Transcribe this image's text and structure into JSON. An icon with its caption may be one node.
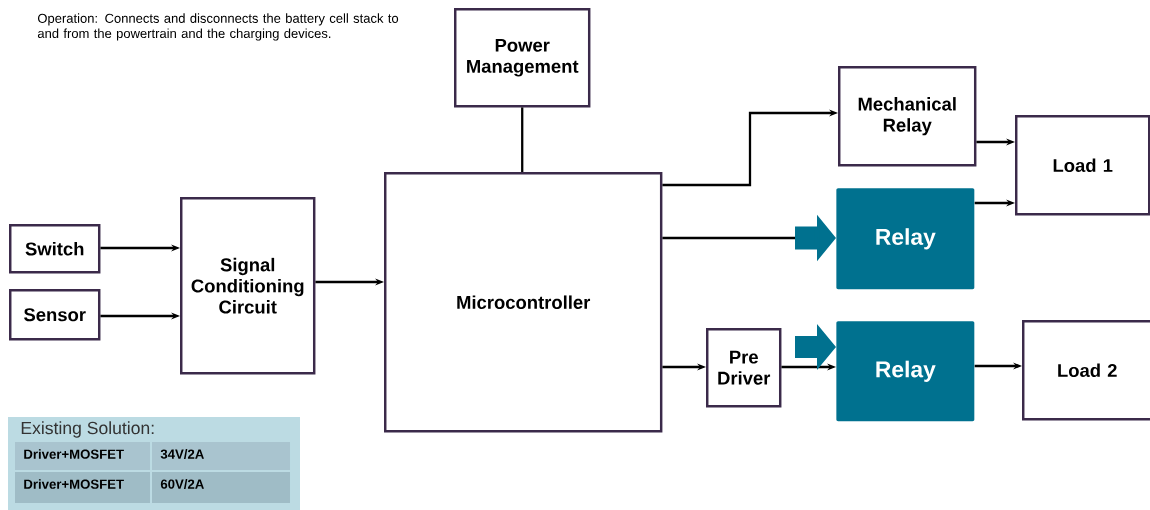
{
  "diagram": {
    "nodes": [
      {
        "text": [
          "Power Management"
        ]
      },
      {
        "text": [
          "Switch"
        ]
      },
      {
        "text": [
          "Sensor"
        ]
      },
      {
        "text": [
          "Signal Conditioning Circuit"
        ]
      },
      {
        "text": [
          "Microcontroller"
        ]
      },
      {
        "text": [
          "Mechanical Relay"
        ]
      },
      {
        "text": [
          "Relay"
        ]
      },
      {
        "text": [
          "Pre Driver"
        ]
      },
      {
        "text": [
          "Relay"
        ]
      },
      {
        "text": [
          "Load 1"
        ]
      },
      {
        "text": [
          "Load 2"
        ]
      }
    ],
    "edges": [
      {
        "from": 0,
        "to": 4,
        "arrow": "none"
      },
      {
        "from": 1,
        "to": 3,
        "arrow": "to"
      },
      {
        "from": 2,
        "to": 3,
        "arrow": "to"
      },
      {
        "from": 3,
        "to": 4,
        "arrow": "to"
      },
      {
        "from": 4,
        "to": 5,
        "arrow": "to"
      },
      {
        "from": 4,
        "to": 6,
        "arrow": "to"
      },
      {
        "from": 4,
        "to": 7,
        "arrow": "to"
      },
      {
        "from": 7,
        "to": 8,
        "arrow": "to"
      },
      {
        "from": null,
        "to": 8,
        "arrow": "to"
      },
      {
        "from": 5,
        "to": 9,
        "arrow": "to"
      },
      {
        "from": 6,
        "to": 9,
        "arrow": "to"
      },
      {
        "from": 8,
        "to": 10,
        "arrow": "to"
      }
    ],
    "labels": [
      "Operation: Connects and disconnects the battery cell stack to and from the powertrain and the charging devices.",
      "Existing Solution:",
      "Driver+MOSFET",
      "34V/2A",
      "Driver+MOSFET",
      "60V/2A"
    ]
  }
}
